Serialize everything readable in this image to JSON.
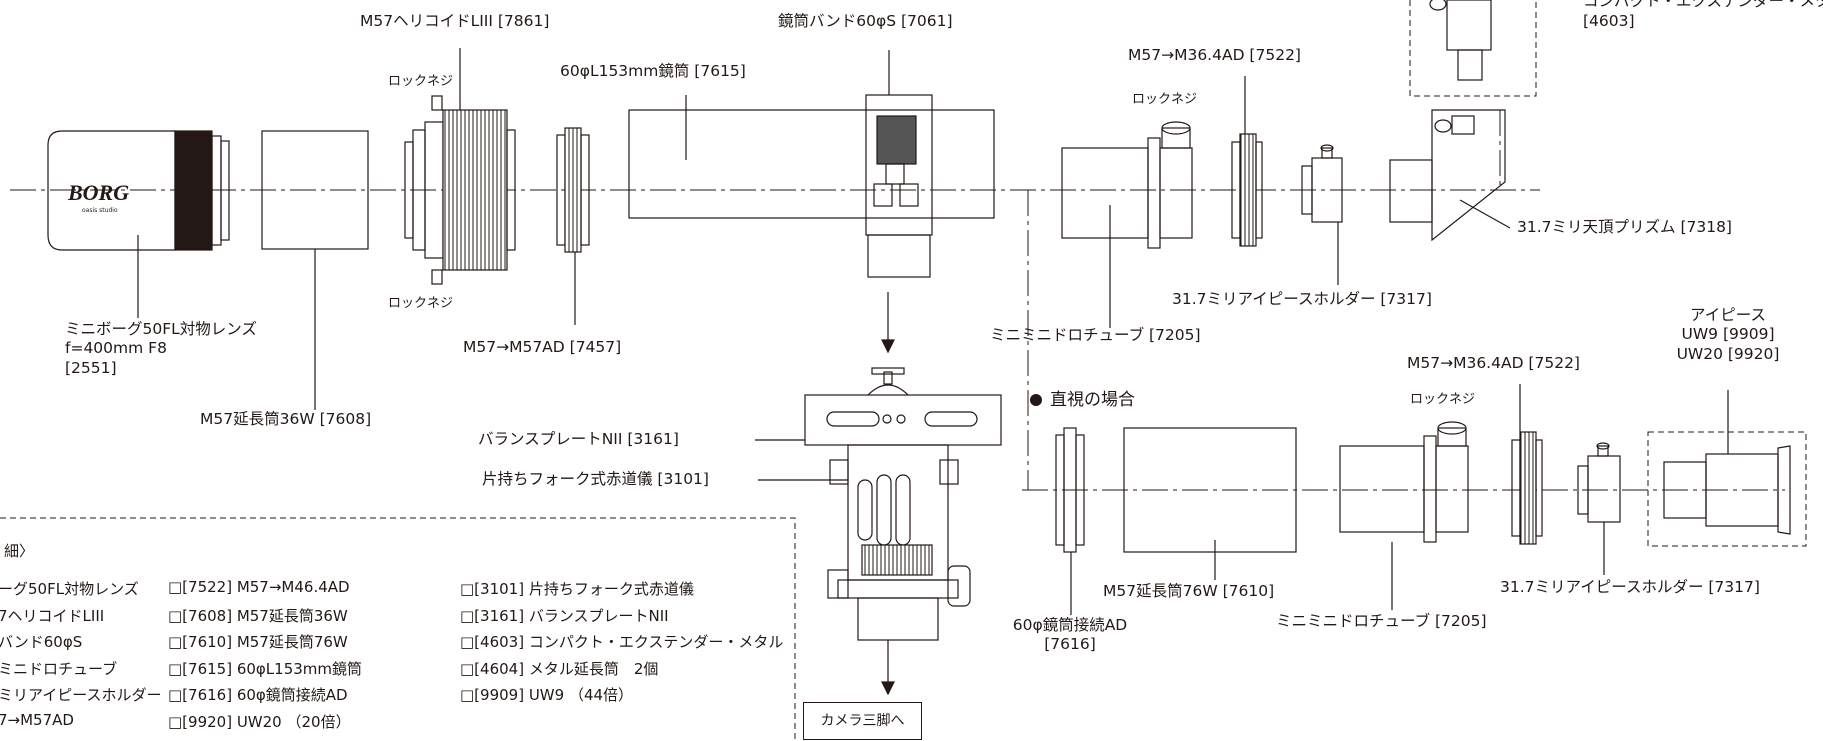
{
  "brand": {
    "logo": "BORG",
    "sub": "oasis studio"
  },
  "labels": {
    "objective_l1": "ミニボーグ50FL対物レンズ",
    "objective_l2": "f=400mm F8",
    "objective_l3": "[2551]",
    "ext36": "M57延長筒36W [7608]",
    "helicoid": "M57ヘリコイドLIII [7861]",
    "lock_screw_1": "ロックネジ",
    "lock_screw_2": "ロックネジ",
    "lock_screw_3": "ロックネジ",
    "lock_screw_4": "ロックネジ",
    "m57m57": "M57→M57AD [7457]",
    "tube153": "60φL153mm鏡筒 [7615]",
    "band": "鏡筒バンド60φS [7061]",
    "m36_top": "M57→M36.4AD [7522]",
    "m36_bottom": "M57→M36.4AD [7522]",
    "ext4603_code": "[4603]",
    "ext4603_name": "コンパクト・エクステンダー・メタル",
    "prism": "31.7ミリ天頂プリズム [7318]",
    "eph_top": "31.7ミリアイピースホルダー [7317]",
    "eph_bottom": "31.7ミリアイピースホルダー [7317]",
    "drawtube_top": "ミニミニドロチューブ [7205]",
    "drawtube_bottom": "ミニミニドロチューブ [7205]",
    "balance": "バランスプレートNII [3161]",
    "mount": "片持ちフォーク式赤道儀 [3101]",
    "eyepiece_title": "アイピース",
    "eyepiece_1": "UW9 [9909]",
    "eyepiece_2": "UW20 [9920]",
    "direct_view": "直視の場合",
    "ext76": "M57延長筒76W [7610]",
    "adapter_l1": "60φ鏡筒接続AD",
    "adapter_l2": "[7616]",
    "tripod": "カメラ三脚へ"
  },
  "parts_list": {
    "header": "細〉",
    "col1": [
      "ーグ50FL対物レンズ",
      "7ヘリコイドLIII",
      "バンド60φS",
      "ミニドロチューブ",
      "ミリアイピースホルダー",
      "7→M57AD"
    ],
    "col2": [
      "□[7522] M57→M46.4AD",
      "□[7608] M57延長筒36W",
      "□[7610] M57延長筒76W",
      "□[7615] 60φL153mm鏡筒",
      "□[7616] 60φ鏡筒接続AD",
      "□[9920] UW20 （20倍）"
    ],
    "col3": [
      "□[3101] 片持ちフォーク式赤道儀",
      "□[3161] バランスプレートNII",
      "□[4603] コンパクト・エクステンダー・メタル",
      "□[4604] メタル延長筒　2個",
      "□[9909] UW9 （44倍）"
    ]
  }
}
